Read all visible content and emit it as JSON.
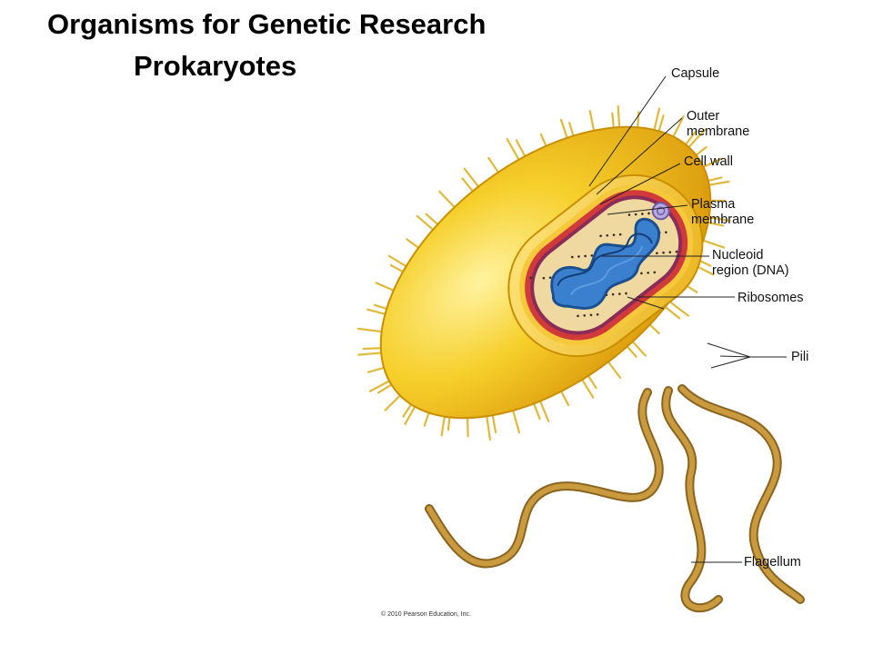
{
  "slide": {
    "title": "Organisms for Genetic Research",
    "subtitle": "Prokaryotes"
  },
  "diagram": {
    "labels": {
      "capsule": "Capsule",
      "outer_membrane": "Outer\nmembrane",
      "cell_wall": "Cell wall",
      "plasma_membrane": "Plasma\nmembrane",
      "nucleoid": "Nucleoid\nregion (DNA)",
      "ribosomes": "Ribosomes",
      "pili": "Pili",
      "flagellum": "Flagellum"
    },
    "copyright": "© 2010 Pearson Education, Inc.",
    "colors": {
      "capsule": "#f2c318",
      "capsule_edge": "#c98f00",
      "outer_membrane": "#e8aa10",
      "cell_wall": "#d23a3a",
      "plasma_membrane": "#8a2c5a",
      "cytoplasm": "#f0d9a0",
      "dna": "#2a6fbf",
      "flagellum": "#b8862e",
      "pili": "#e0b93a"
    }
  }
}
